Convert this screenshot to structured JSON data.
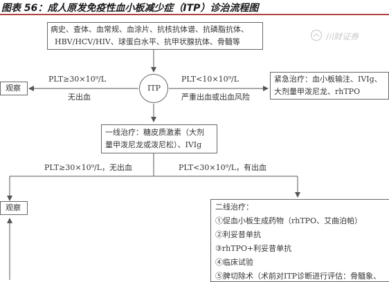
{
  "header": {
    "title": "图表 56：成人原发免疫性血小板减少症（ITP）诊治流程图"
  },
  "watermark": {
    "text": "川财证券"
  },
  "nodes": {
    "exams": {
      "line1": "病史、查体、血常规、血涂片、抗核抗体谱、抗磷脂抗体、",
      "line2": "HBV/HCV/HIV、球蛋白水平、抗甲状腺抗体、骨髓等"
    },
    "itp": {
      "label": "ITP"
    },
    "observe_top": {
      "label": "观察"
    },
    "emergency": {
      "line1": "紧急治疗：血小板输注、IVIg、",
      "line2": "大剂量甲泼尼龙、rhTPO"
    },
    "first_line": {
      "line1": "一线治疗：糖皮质激素（大剂",
      "line2": "量甲泼尼龙或泼尼松）、IVIg"
    },
    "observe_bottom": {
      "label": "观察"
    },
    "second_line": {
      "title": "二线治疗：",
      "items": [
        "①促血小板生成药物（rhTPO、艾曲泊帕）",
        "②利妥昔单抗",
        "③rhTPO+利妥昔单抗",
        "④临床试验",
        "⑤脾切除术（术前对ITP诊断进行评估：骨髓象、"
      ]
    }
  },
  "edges": {
    "left_top": {
      "cond": "PLT≥30×10⁹/L",
      "note": "无出血"
    },
    "right_top": {
      "cond": "PLT<10×10⁹/L",
      "note": "严重出血或出血风险"
    },
    "left_bottom": {
      "label": "PLT≥30×10⁹/L，无出血"
    },
    "right_bottom": {
      "label": "PLT<30×10⁹/L，有出血"
    }
  },
  "colors": {
    "line": "#555555",
    "border": "#666666",
    "title_rule": "#b0413e"
  }
}
